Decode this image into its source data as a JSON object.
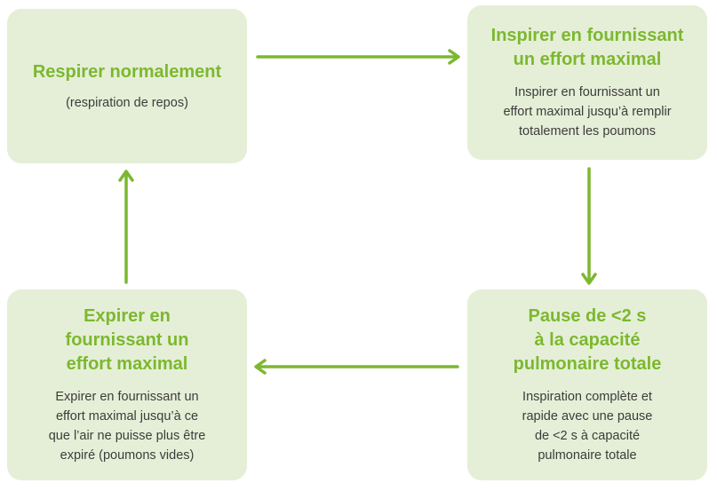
{
  "boxes": {
    "top_left": {
      "title": "Respirer normalement",
      "desc": "(respiration de repos)"
    },
    "top_right": {
      "title": "Inspirer en fournissant\nun effort maximal",
      "desc": "Inspirer en fournissant un\neffort maximal jusqu’à remplir\ntotalement les poumons"
    },
    "bottom_right": {
      "title": "Pause de <2 s\nà la capacité\npulmonaire totale",
      "desc": "Inspiration complète et\nrapide avec une pause\nde <2 s à capacité\npulmonaire totale"
    },
    "bottom_left": {
      "title": "Expirer en\nfournissant un\neffort maximal",
      "desc": "Expirer en fournissant un\neffort maximal jusqu’à ce\nque l’air ne puisse plus être\nexpiré (poumons vides)"
    }
  },
  "colors": {
    "accent": "#7cb82f",
    "box_fill": "#e5efd7",
    "text": "#3c3c3c"
  }
}
